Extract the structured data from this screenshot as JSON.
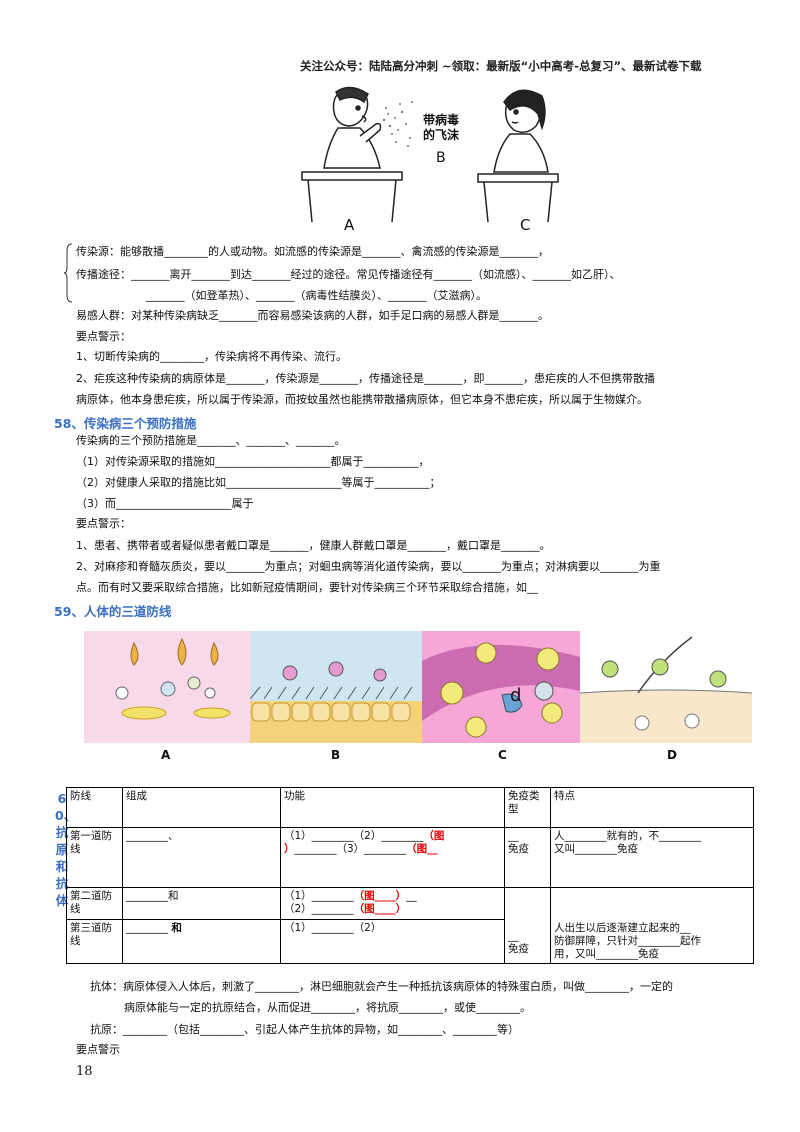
{
  "header": {
    "text": "关注公众号：陆陆高分冲刺 ~领取：最新版“小中高考-总复习”、最新试卷下载"
  },
  "top_figure": {
    "bubble": [
      "带病毒",
      "的飞沫"
    ],
    "label_mid": "B",
    "label_a": "A",
    "label_c": "C"
  },
  "s57": {
    "l1": "传染源：能够散播________的人或动物。如流感的传染源是_______、禽流感的传染源是_______，",
    "l2": "传播途径：_______离开_______到达_______经过的途径。常见传播途径有_______（如流感）、_______如乙肝）、",
    "l3": "_______（如登革热）、_______（病毒性结膜炎）、_______（艾滋病）。",
    "l4": "易感人群：对某种传染病缺乏_______而容易感染该病的人群，如手足口病的易感人群是_______。",
    "l5": "要点警示：",
    "l6": "1、切断传染病的________，传染病将不再传染、流行。",
    "l7": "2、疟疾这种传染病的病原体是_______，传染源是_______，传播途径是_______，即_______，患疟疾的人不但携带散播",
    "l8": "病原体，他本身患疟疾，所以属于传染源，而按蚊虽然也能携带散播病原体，但它本身不患疟疾，所以属于生物媒介。"
  },
  "s58": {
    "title": "58、传染病三个预防措施",
    "l1": "传染病的三个预防措施是_______、_______、_______。",
    "l2": "（1）对传染源采取的措施如_____________________都属于__________，",
    "l3": "（2）对健康人采取的措施比如_____________________等属于__________；",
    "l4": "（3）而_____________________属于",
    "l5": "要点警示：",
    "l6": "1、患者、携带者或者疑似患者戴口罩是_______，健康人群戴口罩是_______，戴口罩是_______。",
    "l7": "2、对麻疹和脊髓灰质炎，要以_______为重点；对蛔虫病等消化道传染病，要以_______为重点；对淋病要以_______为重",
    "l8": "点。而有时又要采取综合措施，比如新冠疫情期间，要针对传染病三个环节采取综合措施，如__"
  },
  "s59": {
    "title": "59、人体的三道防线",
    "labels": [
      "A",
      "B",
      "C",
      "D"
    ],
    "pic_c_mark": "d"
  },
  "s60": {
    "vtitle": "60、抗原和抗体",
    "head": [
      "防线",
      "组成",
      "功能",
      "免疫类型",
      "特点"
    ],
    "r1": {
      "name": "第一道防线",
      "comp": "________、",
      "f1": "（1）________（2）________",
      "f1r": "（图",
      "f2a": "）",
      "f2b": "________（3）________",
      "f2r": "（图__",
      "type_a": "__",
      "type_b": "免疫",
      "feat_a": "人________就有的，不________",
      "feat_b": "又叫________免疫"
    },
    "r2": {
      "name": "第二道防线",
      "comp": "________和",
      "f1": "（1）________",
      "f1r": "（图____）",
      "f1t": "__",
      "f2": "（2）________",
      "f2r": "（图____）"
    },
    "r3": {
      "name": "第三道防线",
      "comp": "________",
      "comp_b": "和",
      "f1": "（1）________（2）",
      "type_a": "__",
      "type_b": "免疫",
      "feat_a": "人出生以后逐渐建立起来的__",
      "feat_b": "防御屏障，只针对________起作",
      "feat_c": "用，又叫________免疫"
    }
  },
  "antibody": {
    "l1": "抗体：病原体侵入人体后，刺激了________，淋巴细胞就会产生一种抵抗该病原体的特殊蛋白质，叫做________，一定的",
    "l2": "病原体能与一定的抗原结合，从而促进________，将抗原________，或使________。",
    "l3": "抗原：________（包括________、引起人体产生抗体的异物，如________、________等）",
    "l4": "要点警示"
  },
  "page_number": "18"
}
